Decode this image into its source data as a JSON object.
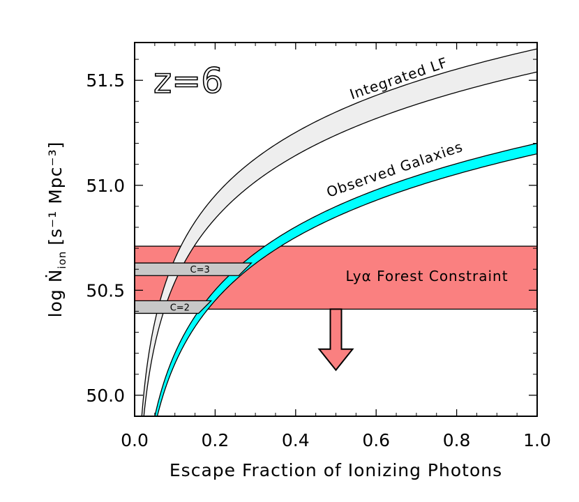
{
  "chart_data": {
    "type": "area",
    "title": "",
    "xlabel": "Escape Fraction of Ionizing Photons",
    "ylabel": "log Ṅ",
    "ylabel_subscript": "ion",
    "ylabel_units": "[s⁻¹ Mpc⁻³]",
    "xlim": [
      0.0,
      1.0
    ],
    "ylim": [
      49.9,
      51.68
    ],
    "x_ticks": [
      "0.0",
      "0.2",
      "0.4",
      "0.6",
      "0.8",
      "1.0"
    ],
    "y_ticks": [
      "50.0",
      "50.5",
      "51.0",
      "51.5"
    ],
    "x_tick_values": [
      0.0,
      0.2,
      0.4,
      0.6,
      0.8,
      1.0
    ],
    "y_tick_values": [
      50.0,
      50.5,
      51.0,
      51.5
    ],
    "annotation": "z=6",
    "series": [
      {
        "name": "Integrated LF",
        "kind": "band",
        "fill": "#eeeeee",
        "log_lower_at_fesc_1": 51.54,
        "log_upper_at_fesc_1": 51.65
      },
      {
        "name": "Observed Galaxies",
        "kind": "band",
        "fill": "#00ffff",
        "log_lower_at_fesc_1": 51.15,
        "log_upper_at_fesc_1": 51.2
      }
    ],
    "constraint": {
      "name": "Lyα Forest Constraint",
      "fill": "#fa8080",
      "y_range": [
        50.41,
        50.71
      ],
      "arrow_x": 0.5,
      "arrow_to_y": 50.12
    },
    "clumping_markers": [
      {
        "label": "C=3",
        "y_range": [
          50.57,
          50.63
        ],
        "x_end": 0.29
      },
      {
        "label": "C=2",
        "y_range": [
          50.39,
          50.45
        ],
        "x_end": 0.19
      }
    ]
  }
}
